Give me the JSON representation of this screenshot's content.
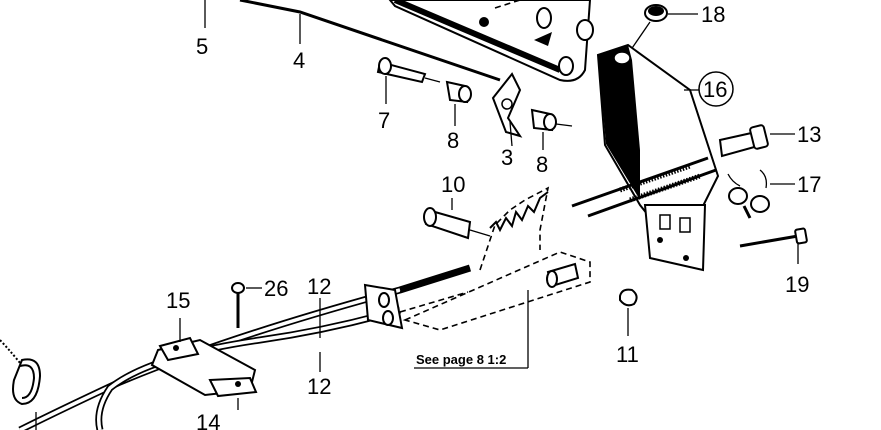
{
  "labels": {
    "l5": "5",
    "l4": "4",
    "l7": "7",
    "l8a": "8",
    "l3": "3",
    "l8b": "8",
    "l18": "18",
    "l16": "16",
    "l13": "13",
    "l17": "17",
    "l10": "10",
    "l19": "19",
    "l11": "11",
    "l26": "26",
    "l12a": "12",
    "l12b": "12",
    "l15": "15",
    "l14": "14"
  },
  "note": "See page 8 1:2"
}
